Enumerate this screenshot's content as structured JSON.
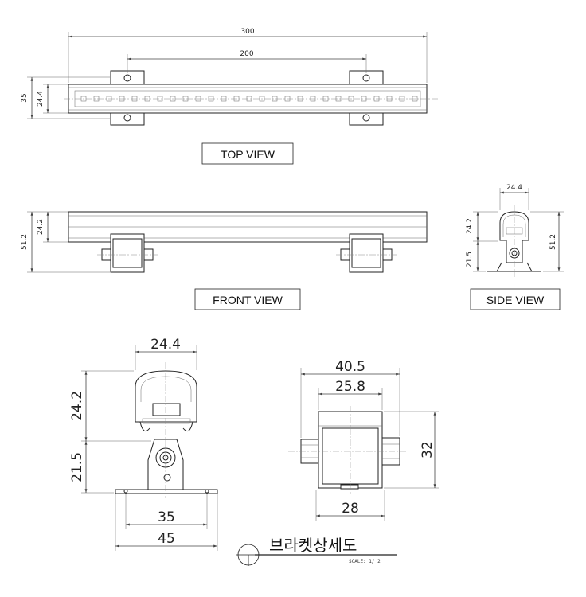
{
  "top_view": {
    "label": "TOP VIEW",
    "dims": {
      "length": "300",
      "mount_pitch": "200",
      "height_outer": "35",
      "height_inner": "24.4"
    }
  },
  "front_view": {
    "label": "FRONT VIEW",
    "dims": {
      "body_height": "24.2",
      "total_height": "51.2"
    }
  },
  "side_view": {
    "label": "SIDE VIEW",
    "dims": {
      "width": "24.4",
      "body_height": "24.2",
      "bracket_height": "21.5",
      "total_height": "51.2"
    }
  },
  "bracket_side_detail": {
    "dims": {
      "width": "24.4",
      "body_height": "24.2",
      "bracket_height": "21.5",
      "foot_inner": "35",
      "foot_outer": "45"
    }
  },
  "bracket_front_detail": {
    "dims": {
      "overall": "40.5",
      "body": "25.8",
      "height": "32",
      "base": "28"
    }
  },
  "title_block": {
    "title": "브라켓상세도",
    "scale": "SCALE: 1/ 2"
  }
}
